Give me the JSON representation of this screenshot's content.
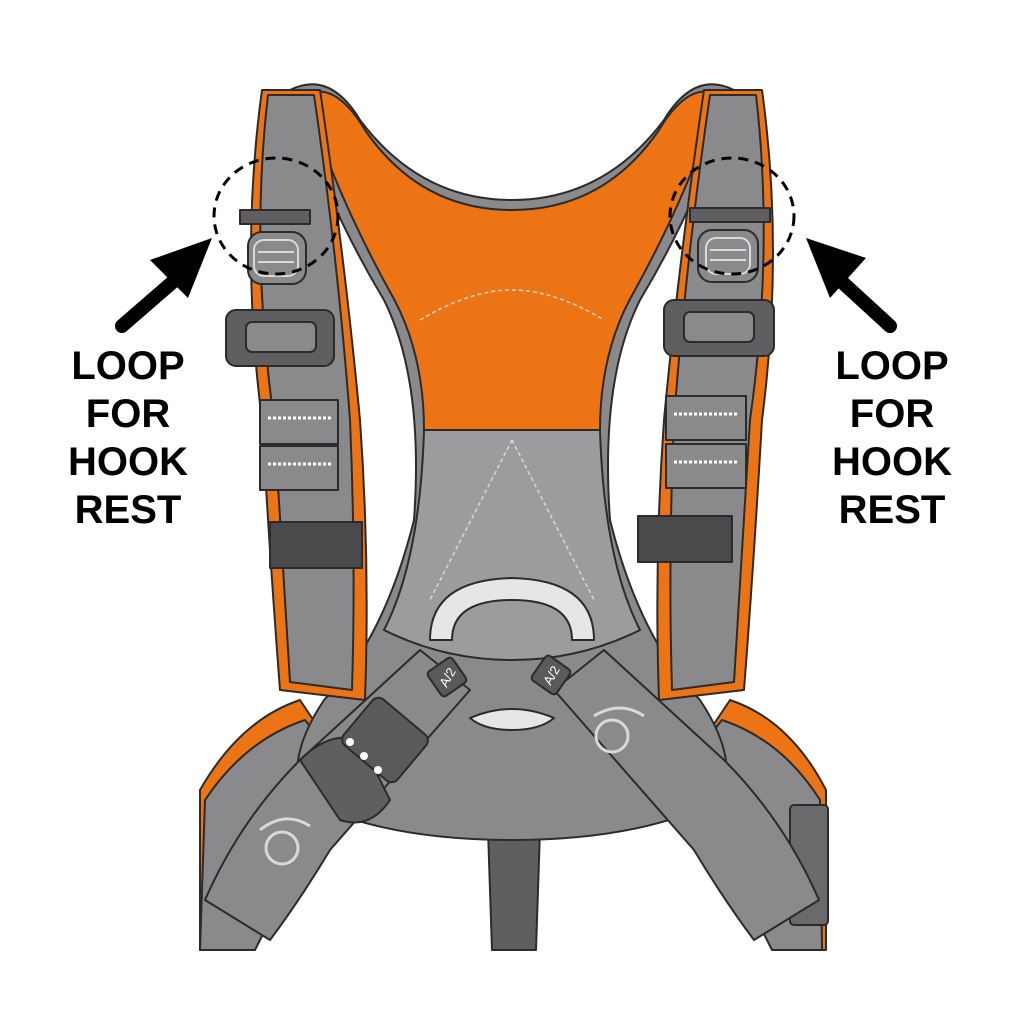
{
  "callouts": {
    "left": {
      "lines": [
        "LOOP",
        "FOR",
        "HOOK",
        "REST"
      ]
    },
    "right": {
      "lines": [
        "LOOP",
        "FOR",
        "HOOK",
        "REST"
      ]
    }
  },
  "buckle_marking": "A/2",
  "colors": {
    "strap_gray": "#8a8a8c",
    "strap_dark": "#5f5f61",
    "orange": "#ec7414",
    "outline": "#2b2b2b",
    "stitch": "#d9d9d9",
    "ring": "#e6e6e6",
    "label_text": "#000000"
  },
  "icons": [
    "arrow-icon",
    "dashed-circle-icon",
    "d-ring-icon",
    "buckle-icon"
  ]
}
